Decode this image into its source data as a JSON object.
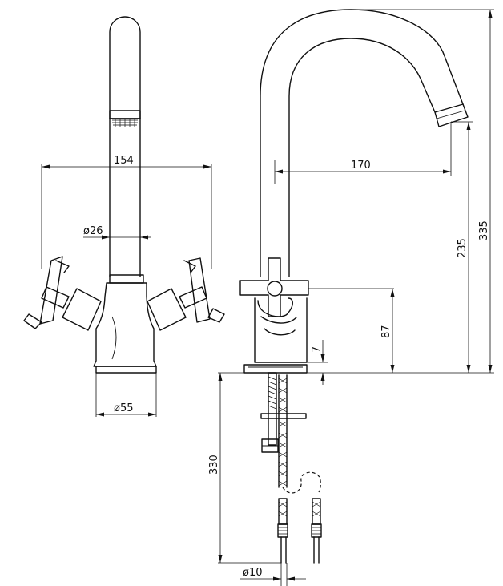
{
  "dimensions": {
    "handle_span": "154",
    "spout_diameter": "ø26",
    "base_diameter": "ø55",
    "spout_reach": "170",
    "outlet_height": "235",
    "overall_height": "335",
    "handle_height": "87",
    "base_thickness": "7",
    "hose_length": "330",
    "hose_diameter": "ø10"
  },
  "colors": {
    "line": "#111111",
    "background": "#ffffff"
  }
}
